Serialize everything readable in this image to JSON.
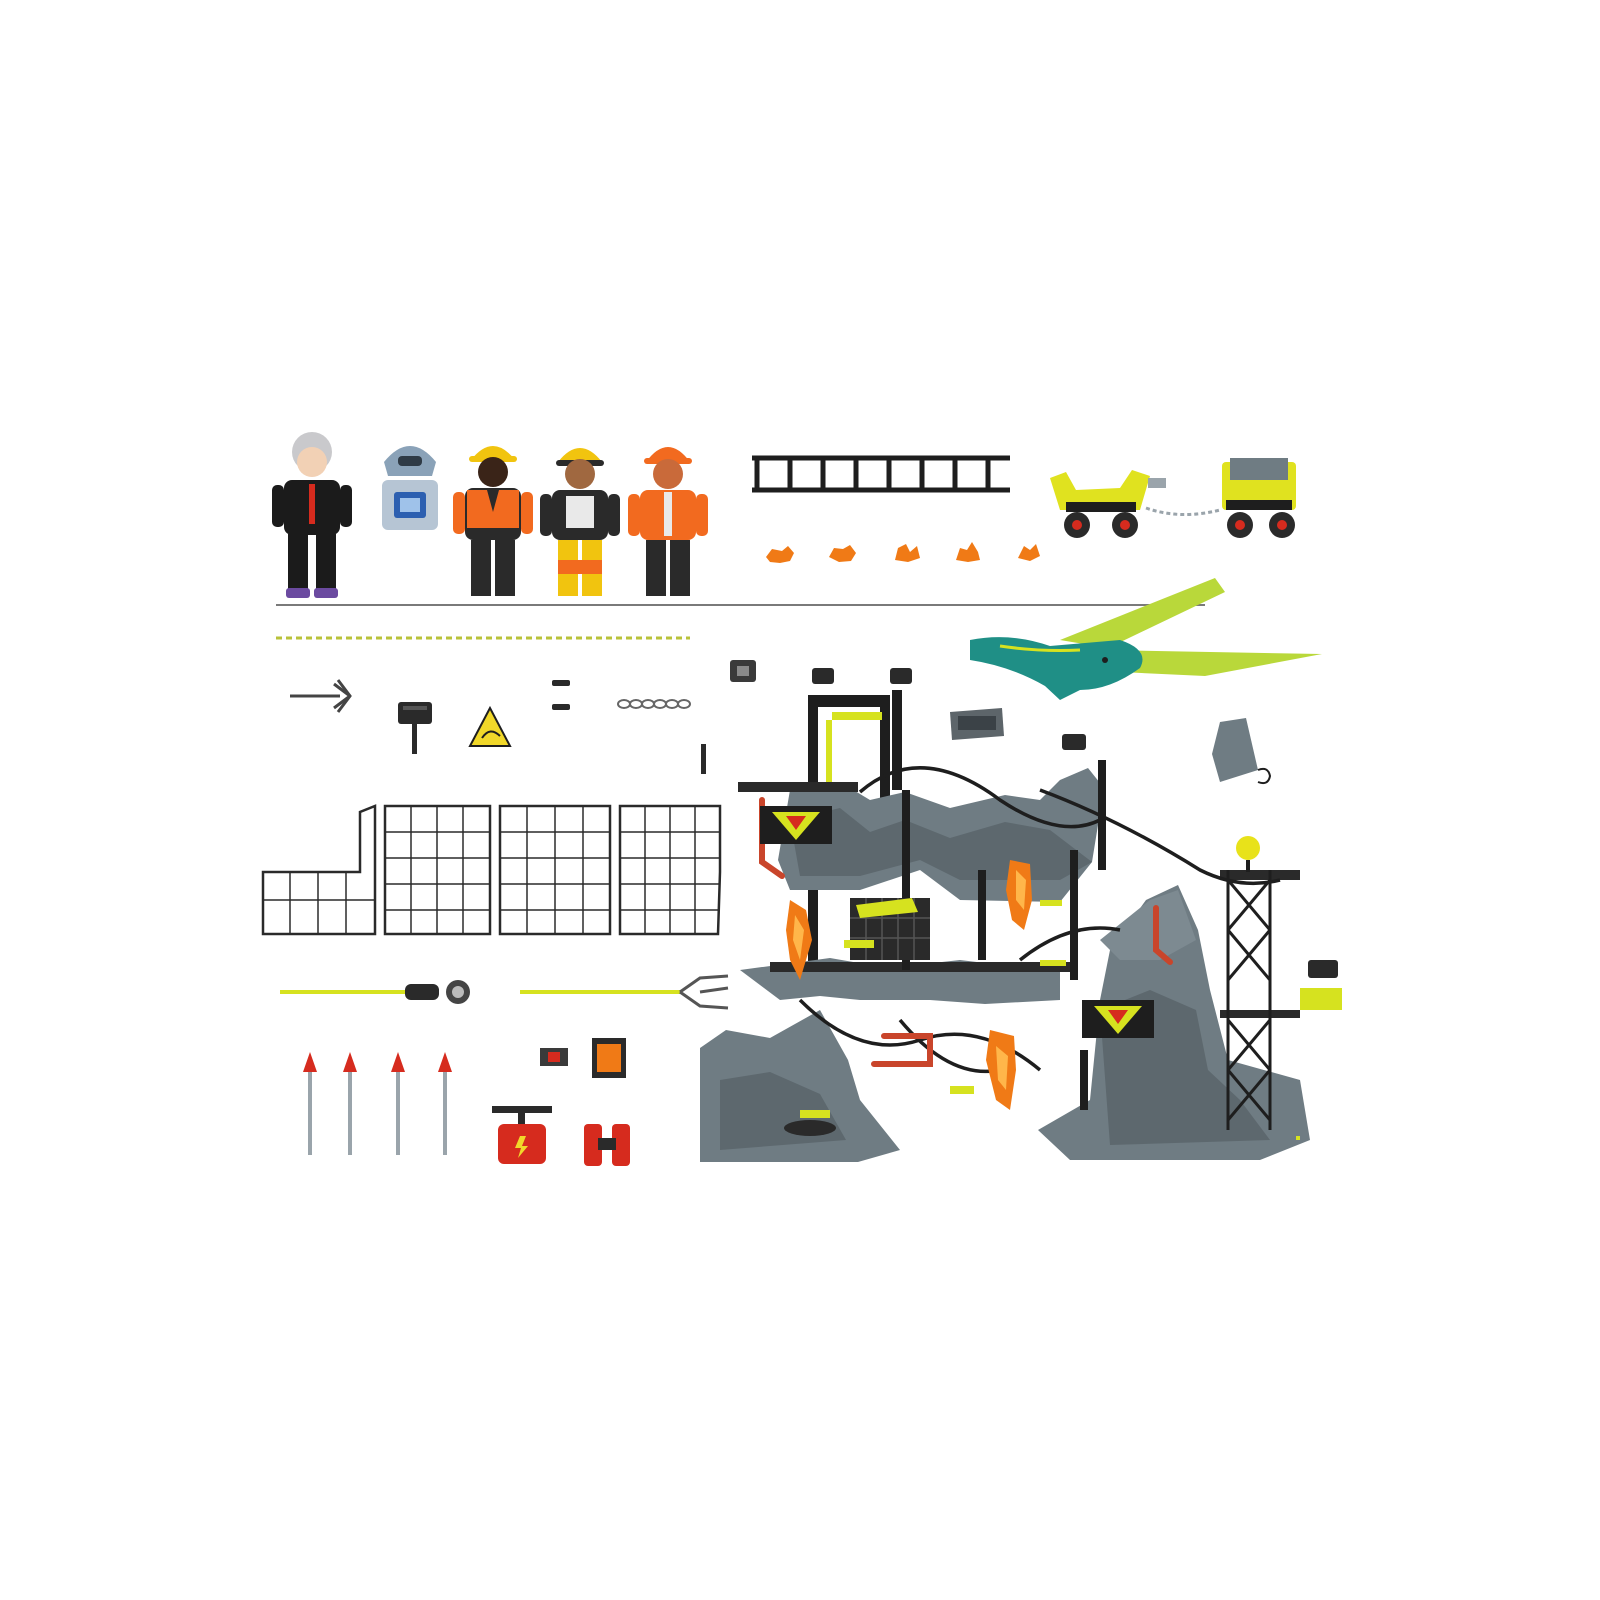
{
  "product": {
    "colors": {
      "background": "#ffffff",
      "rock": "#6f7c83",
      "rock_dark": "#4f5a60",
      "frame": "#1e1e1e",
      "neon": "#d6e21f",
      "lava": "#f07a16",
      "lava_light": "#ffb64a",
      "dino": "#1f8f86",
      "dino_wing": "#b9d83a",
      "vest": "#f26a1f",
      "helmet_yellow": "#f1c40f",
      "red": "#d62b1e",
      "metal": "#9aa4ab"
    },
    "figures": [
      {
        "name": "scientist",
        "hair": "#c9c9cc",
        "body": "#1b1b1b",
        "shoes": "#6b4aa0",
        "vest": "none"
      },
      {
        "name": "robot",
        "body": "#8aa2b8"
      },
      {
        "name": "worker-1",
        "hair": "#f1c40f",
        "body": "#2a2a2a",
        "vest": "#f26a1f"
      },
      {
        "name": "worker-2",
        "hair": "#f1c40f",
        "body": "#2a2a2a",
        "vest": "#e9e9e9"
      },
      {
        "name": "worker-3",
        "hair": "#f26a1f",
        "body": "#2a2a2a",
        "vest": "#f26a1f"
      }
    ],
    "lava_rocks_count": 5,
    "fence_panels_count": 4,
    "darts_count": 4
  }
}
